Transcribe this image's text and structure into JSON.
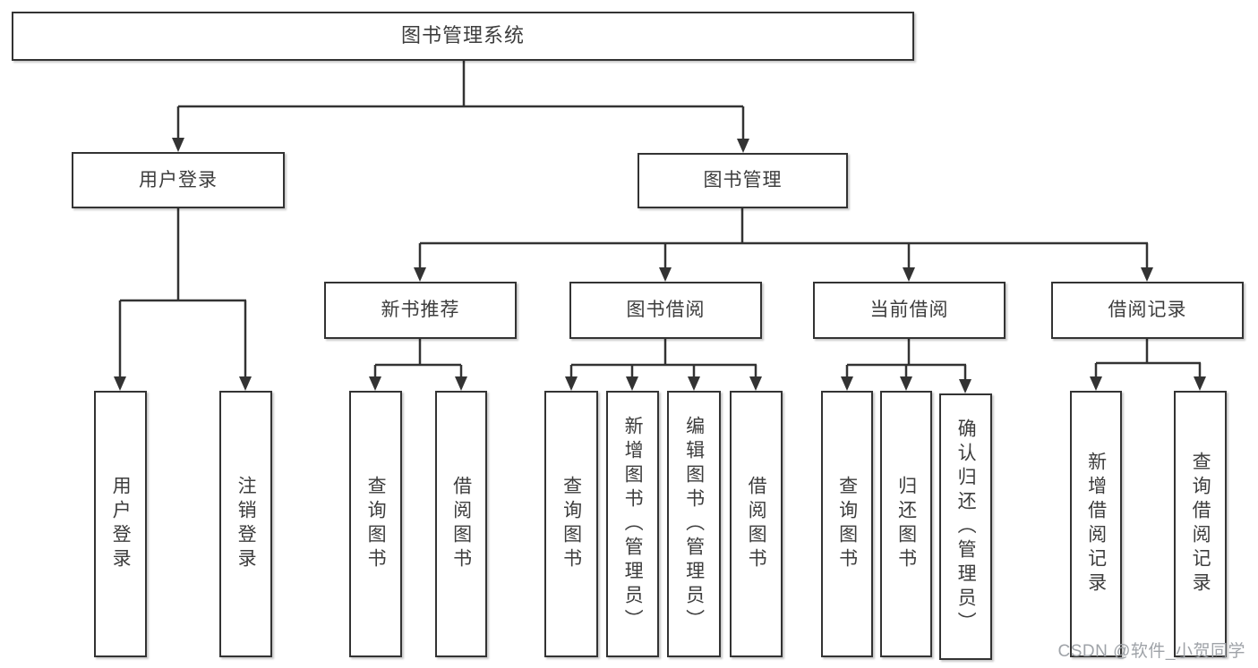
{
  "tree": {
    "label": "图书管理系统",
    "children": [
      {
        "label": "用户登录",
        "children": [
          {
            "label": "用户登录"
          },
          {
            "label": "注销登录"
          }
        ]
      },
      {
        "label": "图书管理",
        "children": [
          {
            "label": "新书推荐",
            "children": [
              {
                "label": "查询图书"
              },
              {
                "label": "借阅图书"
              }
            ]
          },
          {
            "label": "图书借阅",
            "children": [
              {
                "label": "查询图书"
              },
              {
                "label": "新增图书（管理员）"
              },
              {
                "label": "编辑图书（管理员）"
              },
              {
                "label": "借阅图书"
              }
            ]
          },
          {
            "label": "当前借阅",
            "children": [
              {
                "label": "查询图书"
              },
              {
                "label": "归还图书"
              },
              {
                "label": "确认归还（管理员）"
              }
            ]
          },
          {
            "label": "借阅记录",
            "children": [
              {
                "label": "新增借阅记录"
              },
              {
                "label": "查询借阅记录"
              }
            ]
          }
        ]
      }
    ]
  },
  "watermark": {
    "text": "CSDN @软件_小贺同学"
  },
  "colors": {
    "line": "#333333",
    "border": "#333333",
    "text": "#3d3d3d",
    "watermark": "#9fa3a8",
    "background": "#ffffff"
  }
}
